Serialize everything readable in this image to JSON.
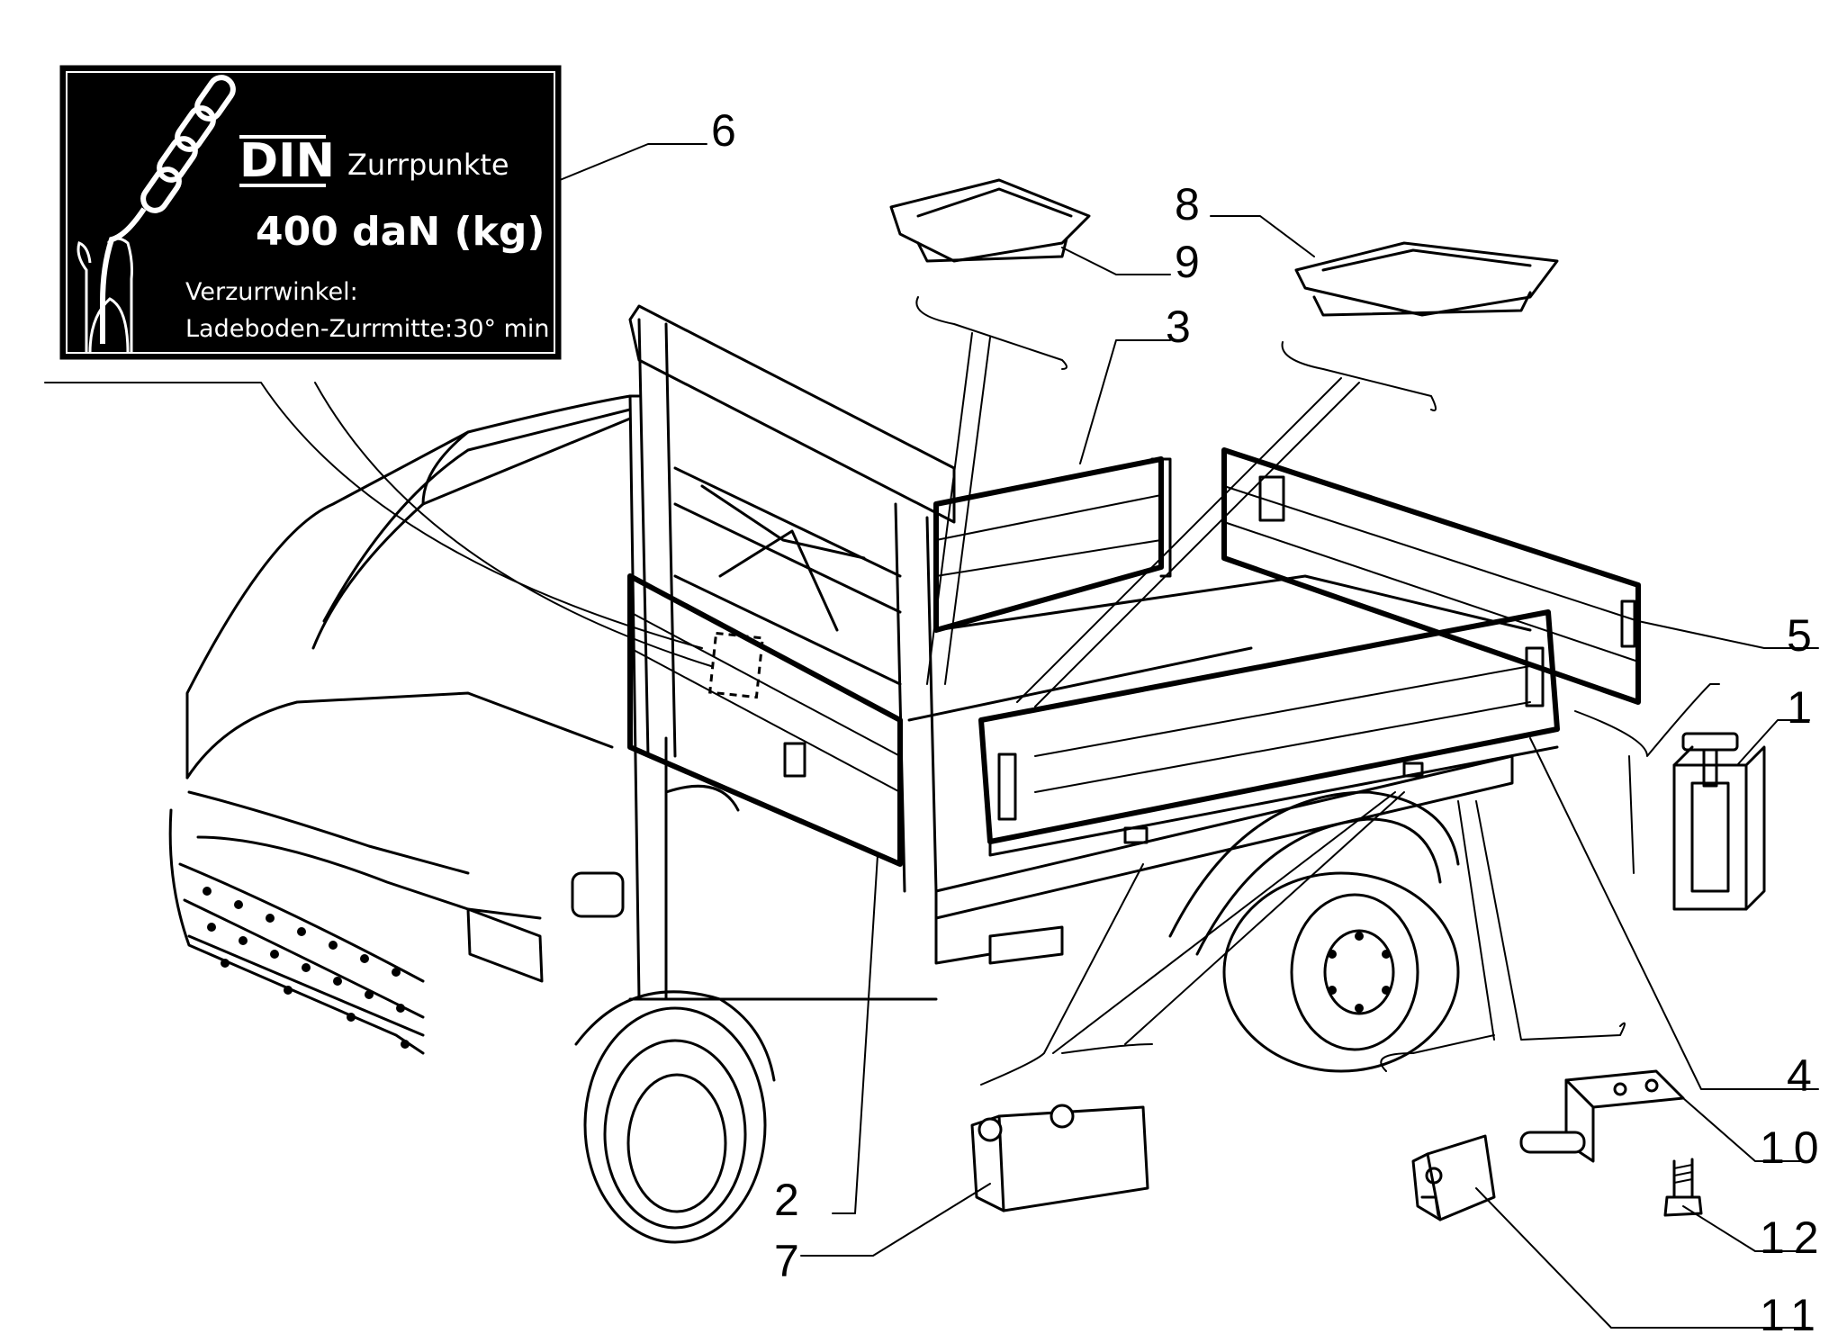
{
  "label_plate": {
    "standard": "DIN",
    "heading": "Zurrpunkte",
    "capacity": "400 daN (kg)",
    "angle_label": "Verzurrwinkel:",
    "angle_value": "Ladeboden-Zurrmitte:30° min"
  },
  "callouts": [
    "1",
    "2",
    "3",
    "4",
    "5",
    "6",
    "7",
    "8",
    "9",
    "10",
    "11",
    "12"
  ],
  "colors": {
    "ink": "#000000",
    "paper": "#ffffff"
  }
}
